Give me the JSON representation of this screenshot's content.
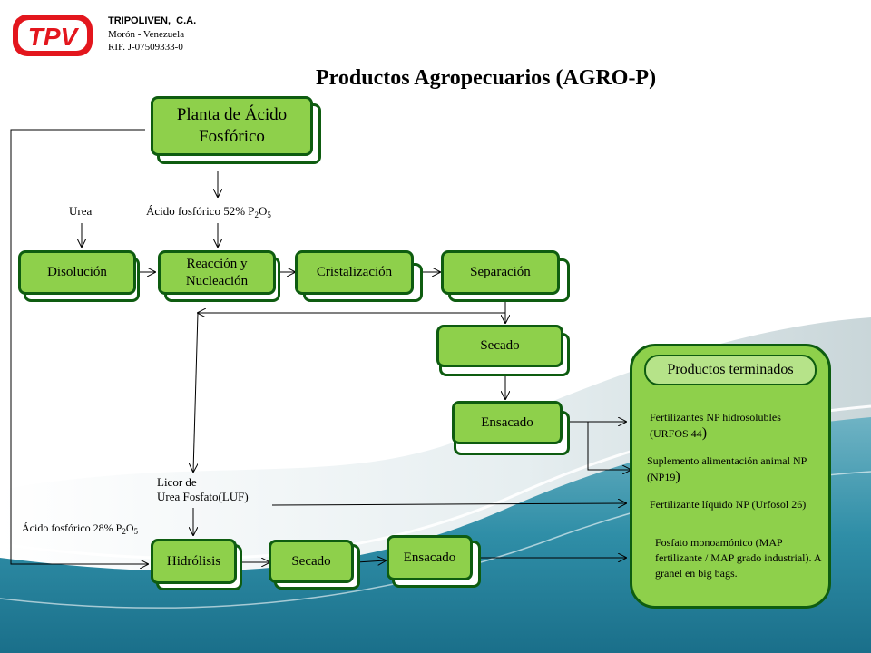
{
  "company": {
    "logo_text": "TPV",
    "name": "TRIPOLIVEN,  C.A.",
    "location": "Morón - Venezuela",
    "rif": "RIF. J-07509333-0"
  },
  "title": "Productos Agropecuarios (AGRO-P)",
  "colors": {
    "box_fill": "#8ed04b",
    "box_border": "#0e5c10",
    "logo_red": "#e3161d"
  },
  "nodes": {
    "planta": "Planta de Ácido Fosfórico",
    "disolucion": "Disolución",
    "reaccion": "Reacción y Nucleación",
    "cristalizacion": "Cristalización",
    "separacion": "Separación",
    "secado_top": "Secado",
    "ensacado_top": "Ensacado",
    "hidrolisis": "Hidrólisis",
    "secado_bottom": "Secado",
    "ensacado_bottom": "Ensacado"
  },
  "labels": {
    "urea": "Urea",
    "acid52_prefix": "Ácido fosfórico 52% P",
    "acid52_sub1": "2",
    "acid52_mid": "O",
    "acid52_sub2": "5",
    "luf_line1": "Licor de",
    "luf_line2": "Urea Fosfato(LUF)",
    "acid28_prefix": "Ácido fosfórico 28% P",
    "acid28_sub1": "2",
    "acid28_mid": "O",
    "acid28_sub2": "5"
  },
  "products": {
    "header": "Productos terminados",
    "items": [
      {
        "text": "Fertilizantes NP hidrosolubles (URFOS 44",
        "suffix": ")"
      },
      {
        "text": "Suplemento alimentación animal NP (NP19",
        "suffix": ")"
      },
      {
        "text": "Fertilizante líquido NP (Urfosol 26)",
        "suffix": ""
      },
      {
        "text": "Fosfato monoamónico (MAP fertilizante / MAP grado industrial). A granel en big bags.",
        "suffix": ""
      }
    ]
  }
}
